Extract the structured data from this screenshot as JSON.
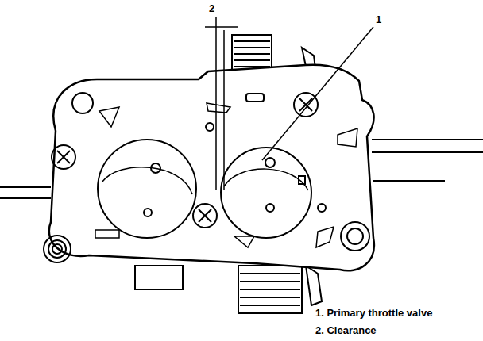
{
  "diagram": {
    "labels": [
      "2",
      "1",
      "1. Primary throttle valve",
      "2. Clearance"
    ]
  }
}
